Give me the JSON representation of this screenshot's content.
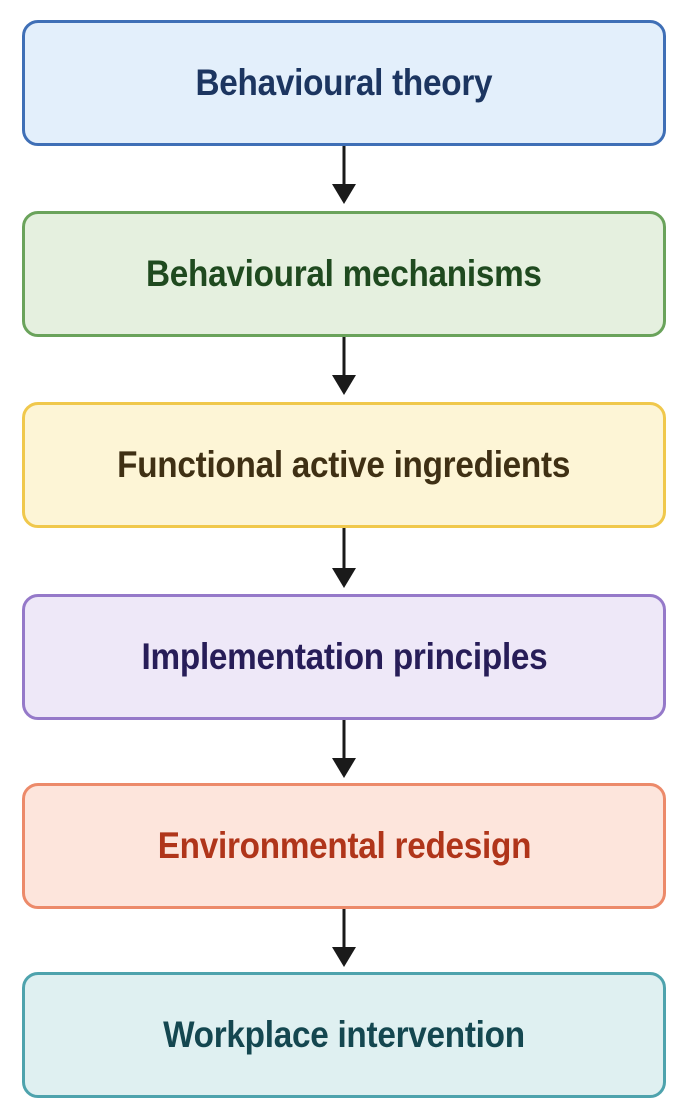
{
  "steps": [
    {
      "label": "Behavioural theory",
      "fill": "#e3effb",
      "border": "#3f6fb6",
      "text_color": "#1c3560"
    },
    {
      "label": "Behavioural mechanisms",
      "fill": "#e5f0df",
      "border": "#6aa35b",
      "text_color": "#1f4a1f"
    },
    {
      "label": "Functional active ingredients",
      "fill": "#fdf5d6",
      "border": "#f0c84c",
      "text_color": "#3f3014"
    },
    {
      "label": "Implementation principles",
      "fill": "#eee8f8",
      "border": "#9579c9",
      "text_color": "#271d58"
    },
    {
      "label": "Environmental redesign",
      "fill": "#fde5dc",
      "border": "#ec8a6a",
      "text_color": "#b0351a"
    },
    {
      "label": "Workplace intervention",
      "fill": "#dff0f1",
      "border": "#4ea3ad",
      "text_color": "#144750"
    }
  ],
  "arrow_color": "#1a1a1a"
}
